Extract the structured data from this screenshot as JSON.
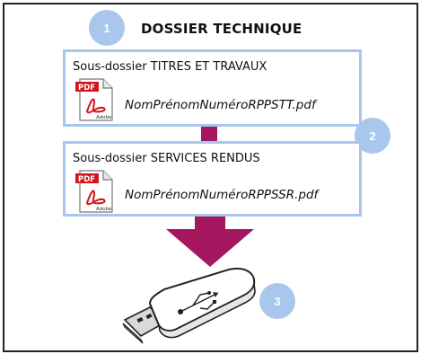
{
  "diagram": {
    "title": "DOSSIER TECHNIQUE",
    "steps": [
      {
        "number": "1"
      },
      {
        "number": "2"
      },
      {
        "number": "3"
      }
    ],
    "folders": [
      {
        "label": "Sous-dossier TITRES ET TRAVAUX",
        "file_name": "NomPrénomNuméroRPPSTT.pdf",
        "icon": "pdf-file-icon",
        "icon_text": "PDF",
        "icon_brand": "Adobe"
      },
      {
        "label": "Sous-dossier SERVICES RENDUS",
        "file_name": "NomPrénomNuméroRPPSSR.pdf",
        "icon": "pdf-file-icon",
        "icon_text": "PDF",
        "icon_brand": "Adobe"
      }
    ],
    "destination_icon": "usb-flash-drive-icon",
    "colors": {
      "badge": "#a9c6ec",
      "box_border": "#a9c6ec",
      "arrow": "#a4165e",
      "pdf_red": "#d4141b",
      "frame": "#222222"
    }
  }
}
